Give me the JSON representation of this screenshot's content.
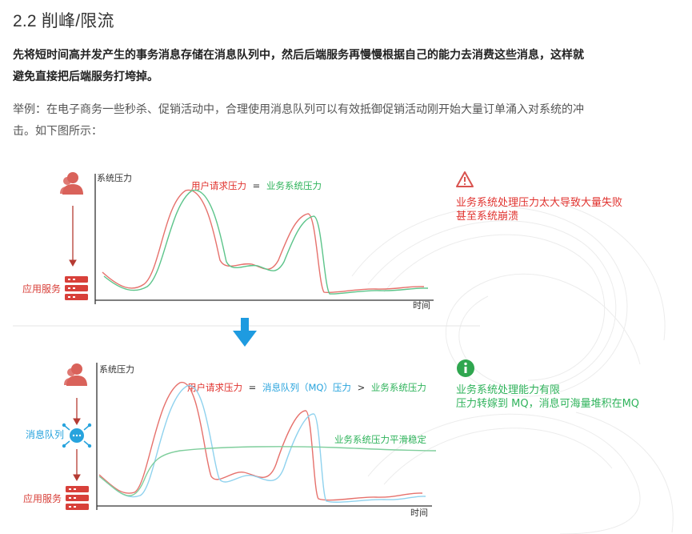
{
  "section": {
    "heading": "2.2 削峰/限流",
    "bold_paragraph_line1": "先将短时间高并发产生的事务消息存储在消息队列中，然后后端服务再慢慢根据自己的能力去消费这些消息，这样就",
    "bold_paragraph_line2": "避免直接把后端服务打垮掉。",
    "example_line1": "举例：在电子商务一些秒杀、促销活动中，合理使用消息队列可以有效抵御促销活动刚开始大量订单涌入对系统的冲",
    "example_line2": "击。如下图所示："
  },
  "figure": {
    "top": {
      "y_axis_label": "系统压力",
      "x_axis_label": "时间",
      "node_service_label": "应用服务",
      "legend_user": "用户请求压力",
      "legend_eq": "=",
      "legend_business": "业务系统压力",
      "warning_line1": "业务系统处理压力太大导致大量失败",
      "warning_line2": "甚至系统崩溃"
    },
    "bottom": {
      "y_axis_label": "系统压力",
      "x_axis_label": "时间",
      "node_queue_label": "消息队列",
      "node_service_label": "应用服务",
      "legend_user": "用户请求压力",
      "legend_eq": "=",
      "legend_mq": "消息队列（MQ）压力",
      "legend_gt": ">",
      "legend_business": "业务系统压力",
      "smooth_label": "业务系统压力平滑稳定",
      "info_line1": "业务系统处理能力有限",
      "info_line2": "压力转嫁到 MQ，消息可海量堆积在MQ"
    },
    "colors": {
      "red": "#e0322e",
      "green": "#2fb35b",
      "blue": "#27a3dd",
      "user_icon": "#d9625a",
      "arrow_blue": "#1e9be0"
    }
  }
}
